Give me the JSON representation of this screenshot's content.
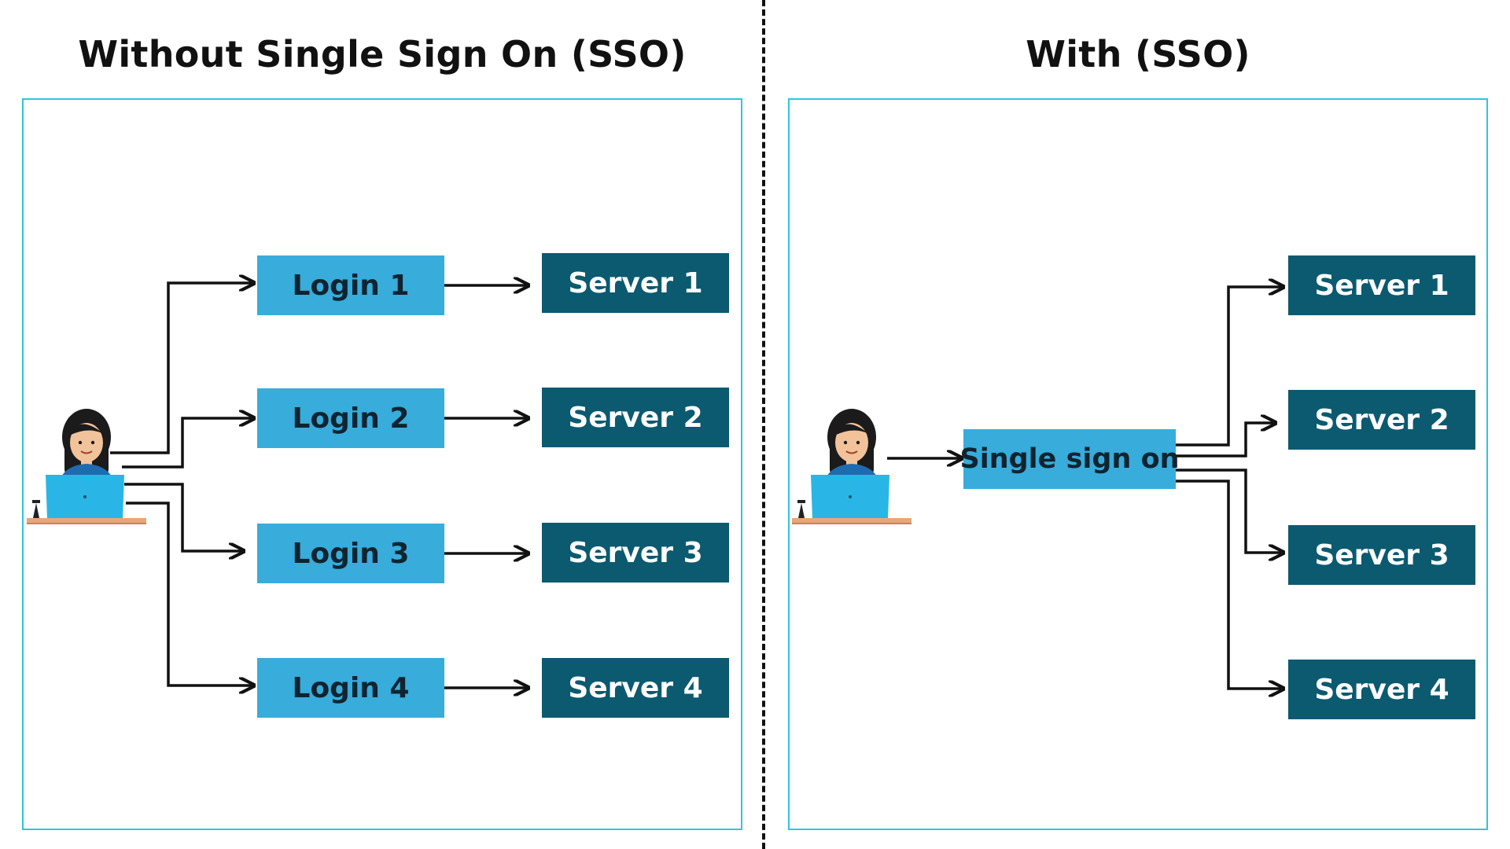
{
  "titles": {
    "without": "Without Single Sign On (SSO)",
    "with": "With (SSO)"
  },
  "without_sso": {
    "logins": [
      "Login 1",
      "Login 2",
      "Login 3",
      "Login 4"
    ],
    "servers": [
      "Server 1",
      "Server 2",
      "Server 3",
      "Server 4"
    ]
  },
  "with_sso": {
    "sso_label": "Single sign on",
    "servers": [
      "Server 1",
      "Server 2",
      "Server 3",
      "Server 4"
    ]
  },
  "colors": {
    "login_box": "#38acdb",
    "server_box": "#0b5a70",
    "panel_border": "#2fc6d9",
    "arrow": "#111111"
  },
  "icons": {
    "user": "user-at-laptop-icon"
  }
}
